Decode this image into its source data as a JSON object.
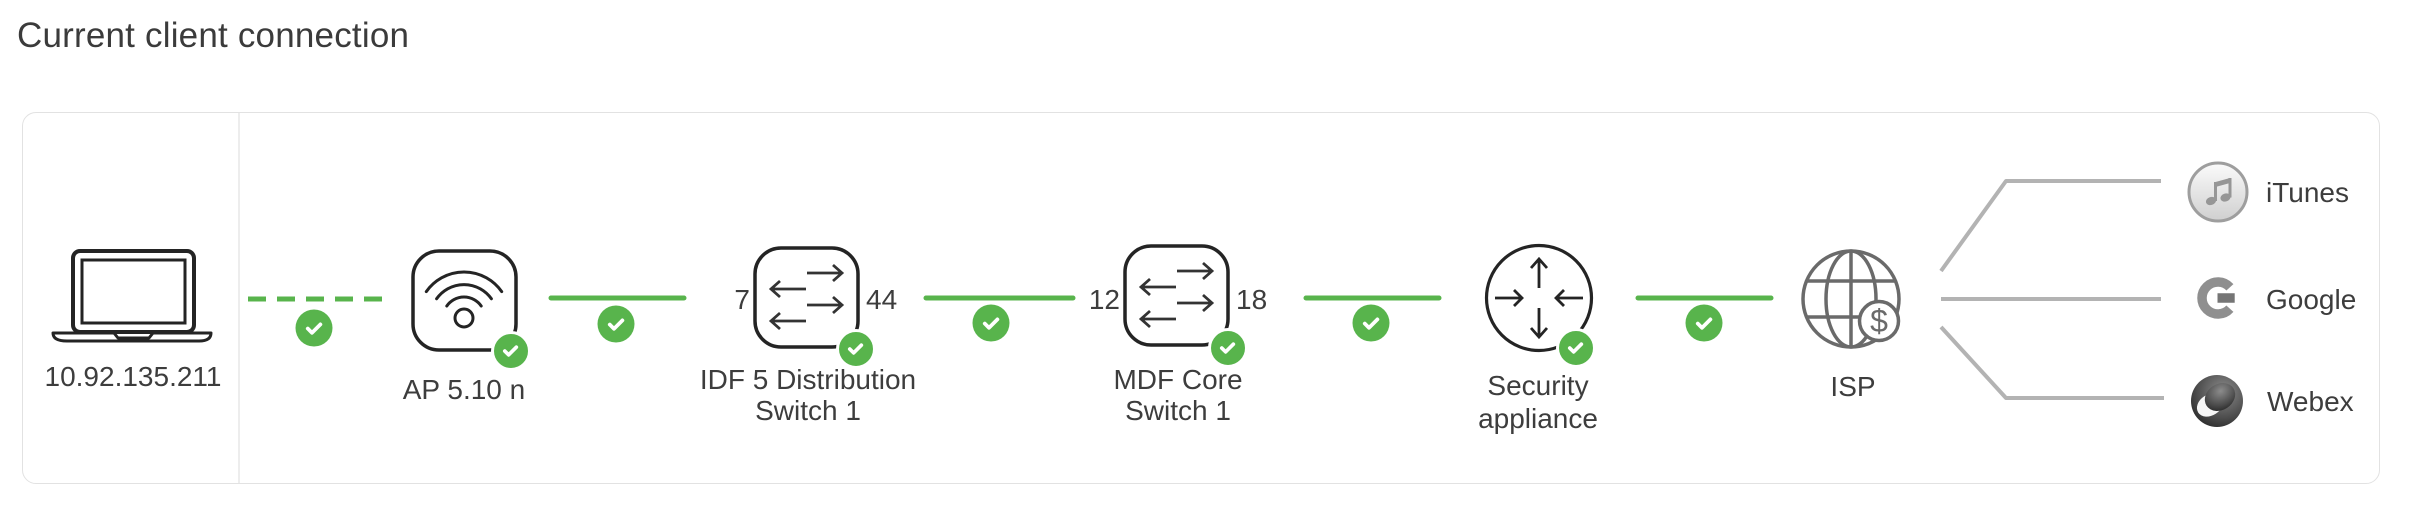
{
  "title": "Current client connection",
  "client": {
    "ip": "10.92.135.211",
    "device": "laptop"
  },
  "nodes": {
    "ap": {
      "label": "AP 5.10 n",
      "type": "access point",
      "status": "ok"
    },
    "idf": {
      "label": "IDF 5 Distribution\nSwitch 1",
      "type": "switch",
      "port_left": "7",
      "port_right": "44",
      "status": "ok"
    },
    "mdf": {
      "label": "MDF Core\nSwitch 1",
      "type": "switch",
      "port_left": "12",
      "port_right": "18",
      "status": "ok"
    },
    "security": {
      "label": "Security\nappliance",
      "type": "security appliance",
      "status": "ok"
    },
    "isp": {
      "label": "ISP",
      "badge": "$",
      "type": "internet"
    }
  },
  "links": [
    {
      "from": "client",
      "to": "ap",
      "style": "dashed-wireless",
      "status": "ok"
    },
    {
      "from": "ap",
      "to": "idf",
      "style": "solid",
      "status": "ok"
    },
    {
      "from": "idf",
      "to": "mdf",
      "style": "solid",
      "status": "ok"
    },
    {
      "from": "mdf",
      "to": "security",
      "style": "solid",
      "status": "ok"
    },
    {
      "from": "security",
      "to": "isp",
      "style": "solid",
      "status": "ok"
    }
  ],
  "destinations": [
    {
      "label": "iTunes"
    },
    {
      "label": "Google"
    },
    {
      "label": "Webex"
    }
  ],
  "colors": {
    "status_green": "#58b44c",
    "branch_gray": "#b3b3b3",
    "globe_gray": "#6a6a6a",
    "icon_dark": "#242424"
  }
}
